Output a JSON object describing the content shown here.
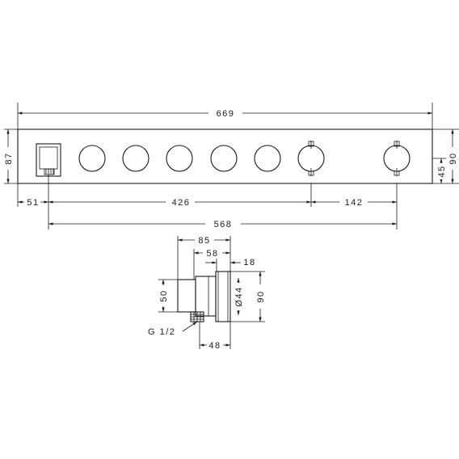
{
  "dimensions": {
    "overall_width": "669",
    "height_left": "87",
    "height_right": "90",
    "knob_offset": "45",
    "left_offset": "51",
    "span_middle": "426",
    "span_right": "142",
    "span_total": "568",
    "side_85": "85",
    "side_58": "58",
    "side_18": "18",
    "side_50": "50",
    "side_diameter": "Ø44",
    "side_90": "90",
    "thread": "G 1/2",
    "side_48": "48"
  },
  "panel": {
    "round_buttons": 5,
    "thermostat_knobs": 2
  }
}
